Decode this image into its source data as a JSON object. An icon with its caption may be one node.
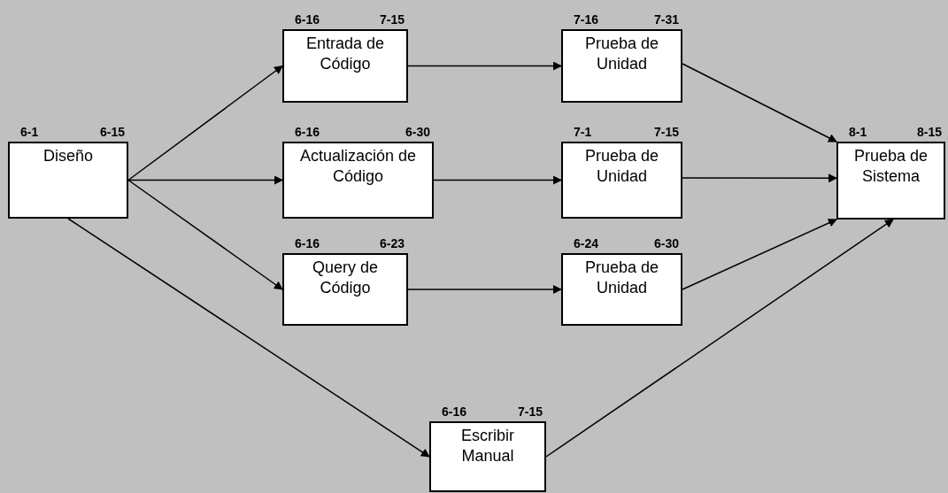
{
  "diagram": {
    "nodes": [
      {
        "text": [
          "Diseño"
        ],
        "beside": [
          "6-1",
          "6-15"
        ]
      },
      {
        "text": [
          "Entrada de Código"
        ],
        "beside": [
          "6-16",
          "7-15"
        ]
      },
      {
        "text": [
          "Actualización de Código"
        ],
        "beside": [
          "6-16",
          "6-30"
        ]
      },
      {
        "text": [
          "Query de Código"
        ],
        "beside": [
          "6-16",
          "6-23"
        ]
      },
      {
        "text": [
          "Prueba de Unidad"
        ],
        "beside": [
          "7-16",
          "7-31"
        ]
      },
      {
        "text": [
          "Prueba de Unidad"
        ],
        "beside": [
          "7-1",
          "7-15"
        ]
      },
      {
        "text": [
          "Prueba de Unidad"
        ],
        "beside": [
          "6-24",
          "6-30"
        ]
      },
      {
        "text": [
          "Prueba de Sistema"
        ],
        "beside": [
          "8-1",
          "8-15"
        ]
      },
      {
        "text": [
          "Escribir Manual"
        ],
        "beside": [
          "6-16",
          "7-15"
        ]
      }
    ],
    "edges": [
      {
        "from": 0,
        "to": 1,
        "arrow": "to"
      },
      {
        "from": 0,
        "to": 2,
        "arrow": "to"
      },
      {
        "from": 0,
        "to": 3,
        "arrow": "to"
      },
      {
        "from": 0,
        "to": 8,
        "arrow": "to"
      },
      {
        "from": 1,
        "to": 4,
        "arrow": "to"
      },
      {
        "from": 2,
        "to": 5,
        "arrow": "to"
      },
      {
        "from": 3,
        "to": 6,
        "arrow": "to"
      },
      {
        "from": 4,
        "to": 7,
        "arrow": "to"
      },
      {
        "from": 5,
        "to": 7,
        "arrow": "to"
      },
      {
        "from": 6,
        "to": 7,
        "arrow": "to"
      },
      {
        "from": 8,
        "to": 7,
        "arrow": "to"
      }
    ]
  }
}
